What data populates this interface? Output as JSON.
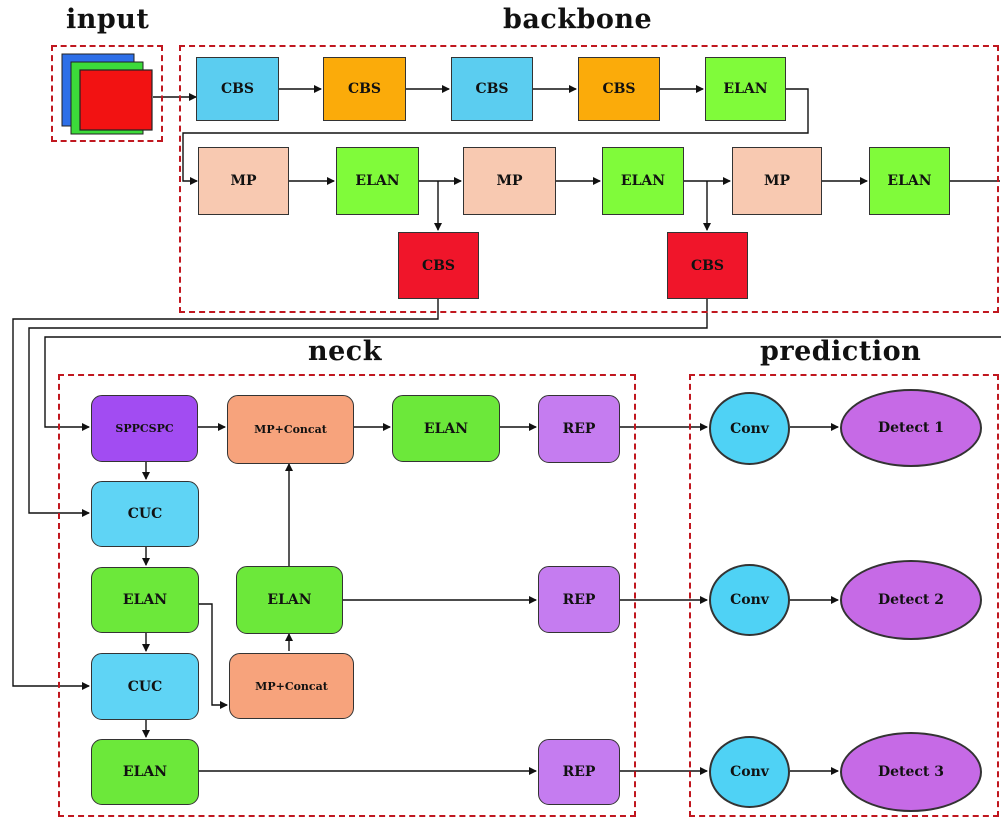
{
  "sections": {
    "input": "input",
    "backbone": "backbone",
    "neck": "neck",
    "prediction": "prediction"
  },
  "backbone": {
    "row1": [
      "CBS",
      "CBS",
      "CBS",
      "CBS",
      "ELAN"
    ],
    "row2": [
      "MP",
      "ELAN",
      "MP",
      "ELAN",
      "MP",
      "ELAN"
    ],
    "row3": [
      "CBS",
      "CBS"
    ]
  },
  "neck": {
    "sppcspc": "SPPCSPC",
    "mp_concat_top": "MP+Concat",
    "elan_top": "ELAN",
    "rep_1": "REP",
    "cuc_1": "CUC",
    "elan_left_1": "ELAN",
    "elan_mid": "ELAN",
    "rep_2": "REP",
    "cuc_2": "CUC",
    "mp_concat_bottom": "MP+Concat",
    "elan_left_2": "ELAN",
    "rep_3": "REP"
  },
  "prediction": {
    "conv_1": "Conv",
    "detect_1": "Detect 1",
    "conv_2": "Conv",
    "detect_2": "Detect 2",
    "conv_3": "Conv",
    "detect_3": "Detect 3"
  },
  "colors": {
    "region_border": "#c0171f",
    "cbs_blue": "#5bcdf0",
    "cbs_orange": "#fbab0a",
    "elan_green": "#80fb3a",
    "mp_peach": "#f8c9b1",
    "cbs_red": "#f0152a",
    "sppcspc_purple": "#a24cf2",
    "rep_purple": "#c57cf0",
    "concat_salmon": "#f7a37c",
    "conv_cyan": "#4fd2f5",
    "detect_violet": "#c66ae6"
  }
}
